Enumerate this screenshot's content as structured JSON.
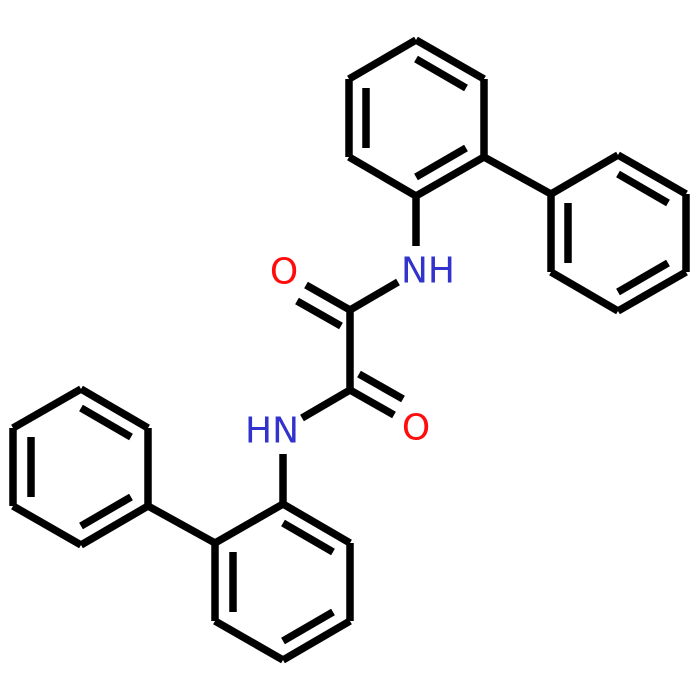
{
  "structure": {
    "atoms": [
      {
        "id": "n_top",
        "symbol": "NH",
        "color": "#3232cc"
      },
      {
        "id": "n_bottom",
        "symbol": "HN",
        "color": "#3232cc"
      },
      {
        "id": "o_top",
        "symbol": "O",
        "color": "#ff0d0d"
      },
      {
        "id": "o_bottom",
        "symbol": "O",
        "color": "#ff0d0d"
      }
    ],
    "bond_color": "#000000",
    "background": "#ffffff"
  }
}
